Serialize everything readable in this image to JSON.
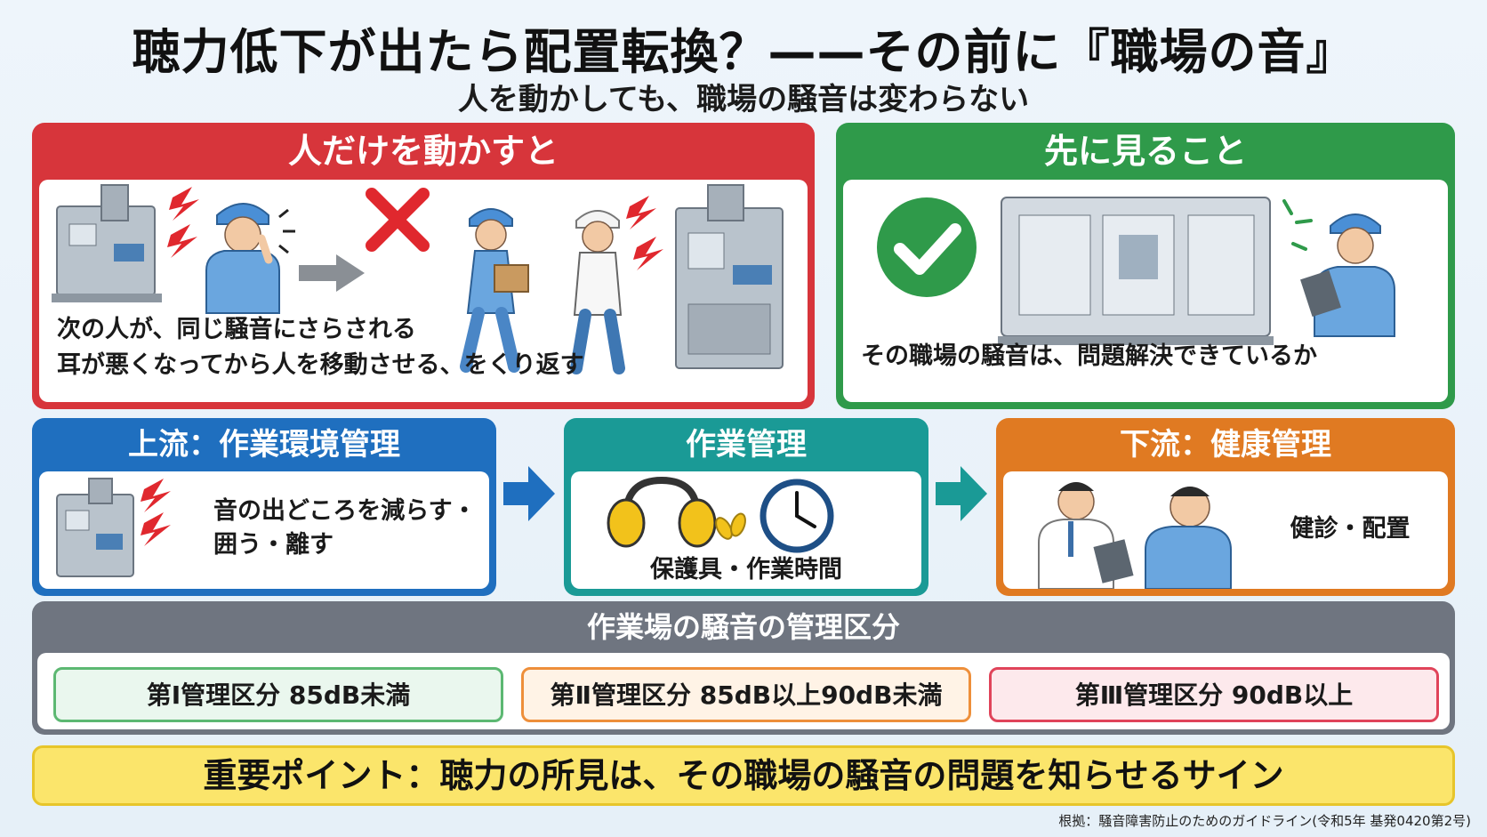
{
  "title": "聴力低下が出たら配置転換？——その前に『職場の音』",
  "subtitle": "人を動かしても、職場の騒音は変わらない",
  "panel_left": {
    "heading": "人だけを動かすと",
    "line1": "次の人が、同じ騒音にさらされる",
    "line2": "耳が悪くなってから人を移動させる、をくり返す"
  },
  "panel_right": {
    "heading": "先に見ること",
    "caption": "その職場の騒音は、問題解決できているか"
  },
  "flow": {
    "upstream": {
      "heading": "上流：作業環境管理",
      "line1": "音の出どころを減らす・",
      "line2": "囲う・離す"
    },
    "work": {
      "heading": "作業管理",
      "caption": "保護具・作業時間"
    },
    "downstream": {
      "heading": "下流：健康管理",
      "caption": "健診・配置"
    }
  },
  "classification": {
    "heading": "作業場の騒音の管理区分",
    "items": [
      "第Ⅰ管理区分  85dB未満",
      "第Ⅱ管理区分  85dB以上90dB未満",
      "第Ⅲ管理区分  90dB以上"
    ]
  },
  "key_point": "重要ポイント：聴力の所見は、その職場の騒音の問題を知らせるサイン",
  "footnote": "根拠：騒音障害防止のためのガイドライン(令和5年 基発0420第2号)",
  "colors": {
    "red": "#d7353b",
    "green": "#2f9a4a",
    "blue": "#1f6fbf",
    "teal": "#1a9a96",
    "orange": "#e07a22",
    "gray": "#6f7580",
    "yellow": "#fbe56b"
  }
}
